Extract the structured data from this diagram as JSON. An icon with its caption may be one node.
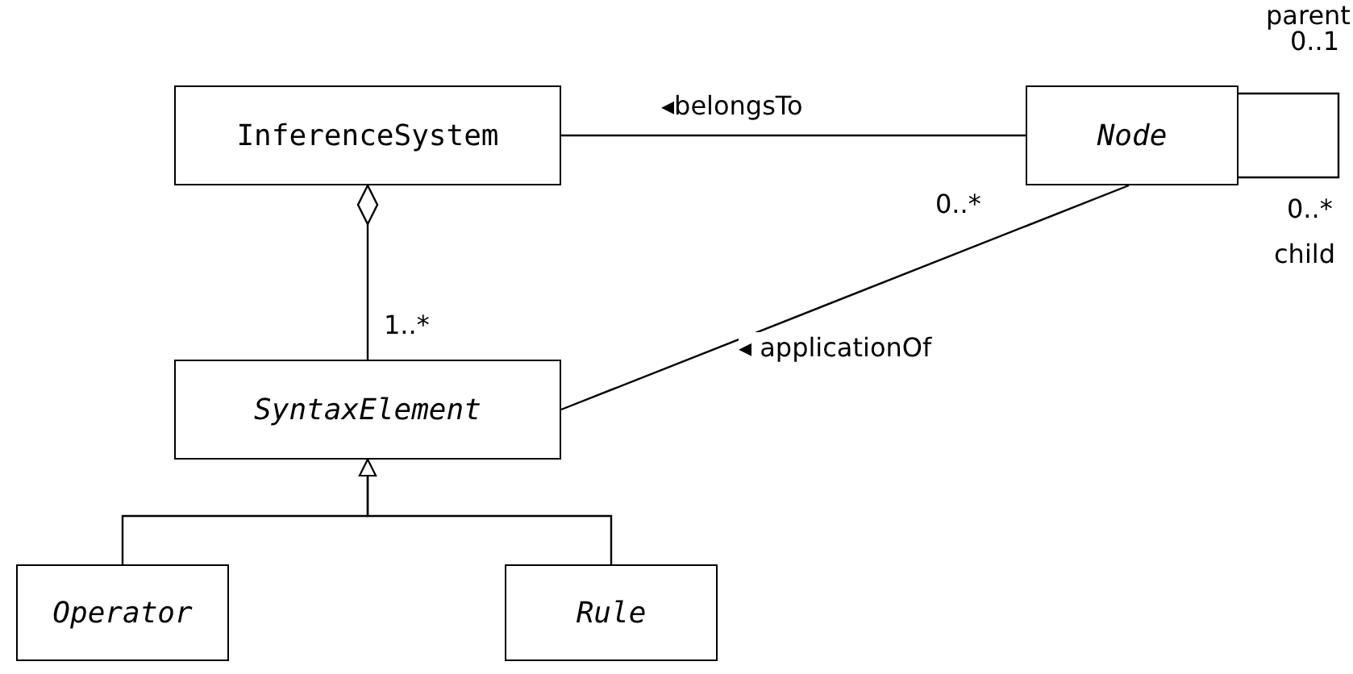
{
  "diagram": {
    "nodes": [
      {
        "text": [
          "InferenceSystem"
        ]
      },
      {
        "text": [
          "Node"
        ]
      },
      {
        "text": [
          "SyntaxElement"
        ]
      },
      {
        "text": [
          "Operator"
        ]
      },
      {
        "text": [
          "Rule"
        ]
      }
    ],
    "edges": [
      {
        "from": 0,
        "to": 1,
        "arrow": "none",
        "label": "◂belongsTo"
      },
      {
        "from": 2,
        "to": 0,
        "arrow": "other"
      },
      {
        "from": 2,
        "to": 1,
        "arrow": "none",
        "label": "◂ applicationOf"
      },
      {
        "from": 1,
        "to": 1,
        "arrow": "none"
      },
      {
        "from": 3,
        "to": 2,
        "arrow": "to"
      },
      {
        "from": 4,
        "to": 2,
        "arrow": "to"
      }
    ],
    "labels": [
      "parent",
      "0..1",
      "0..*",
      "child",
      "1..*",
      "0..*"
    ]
  }
}
